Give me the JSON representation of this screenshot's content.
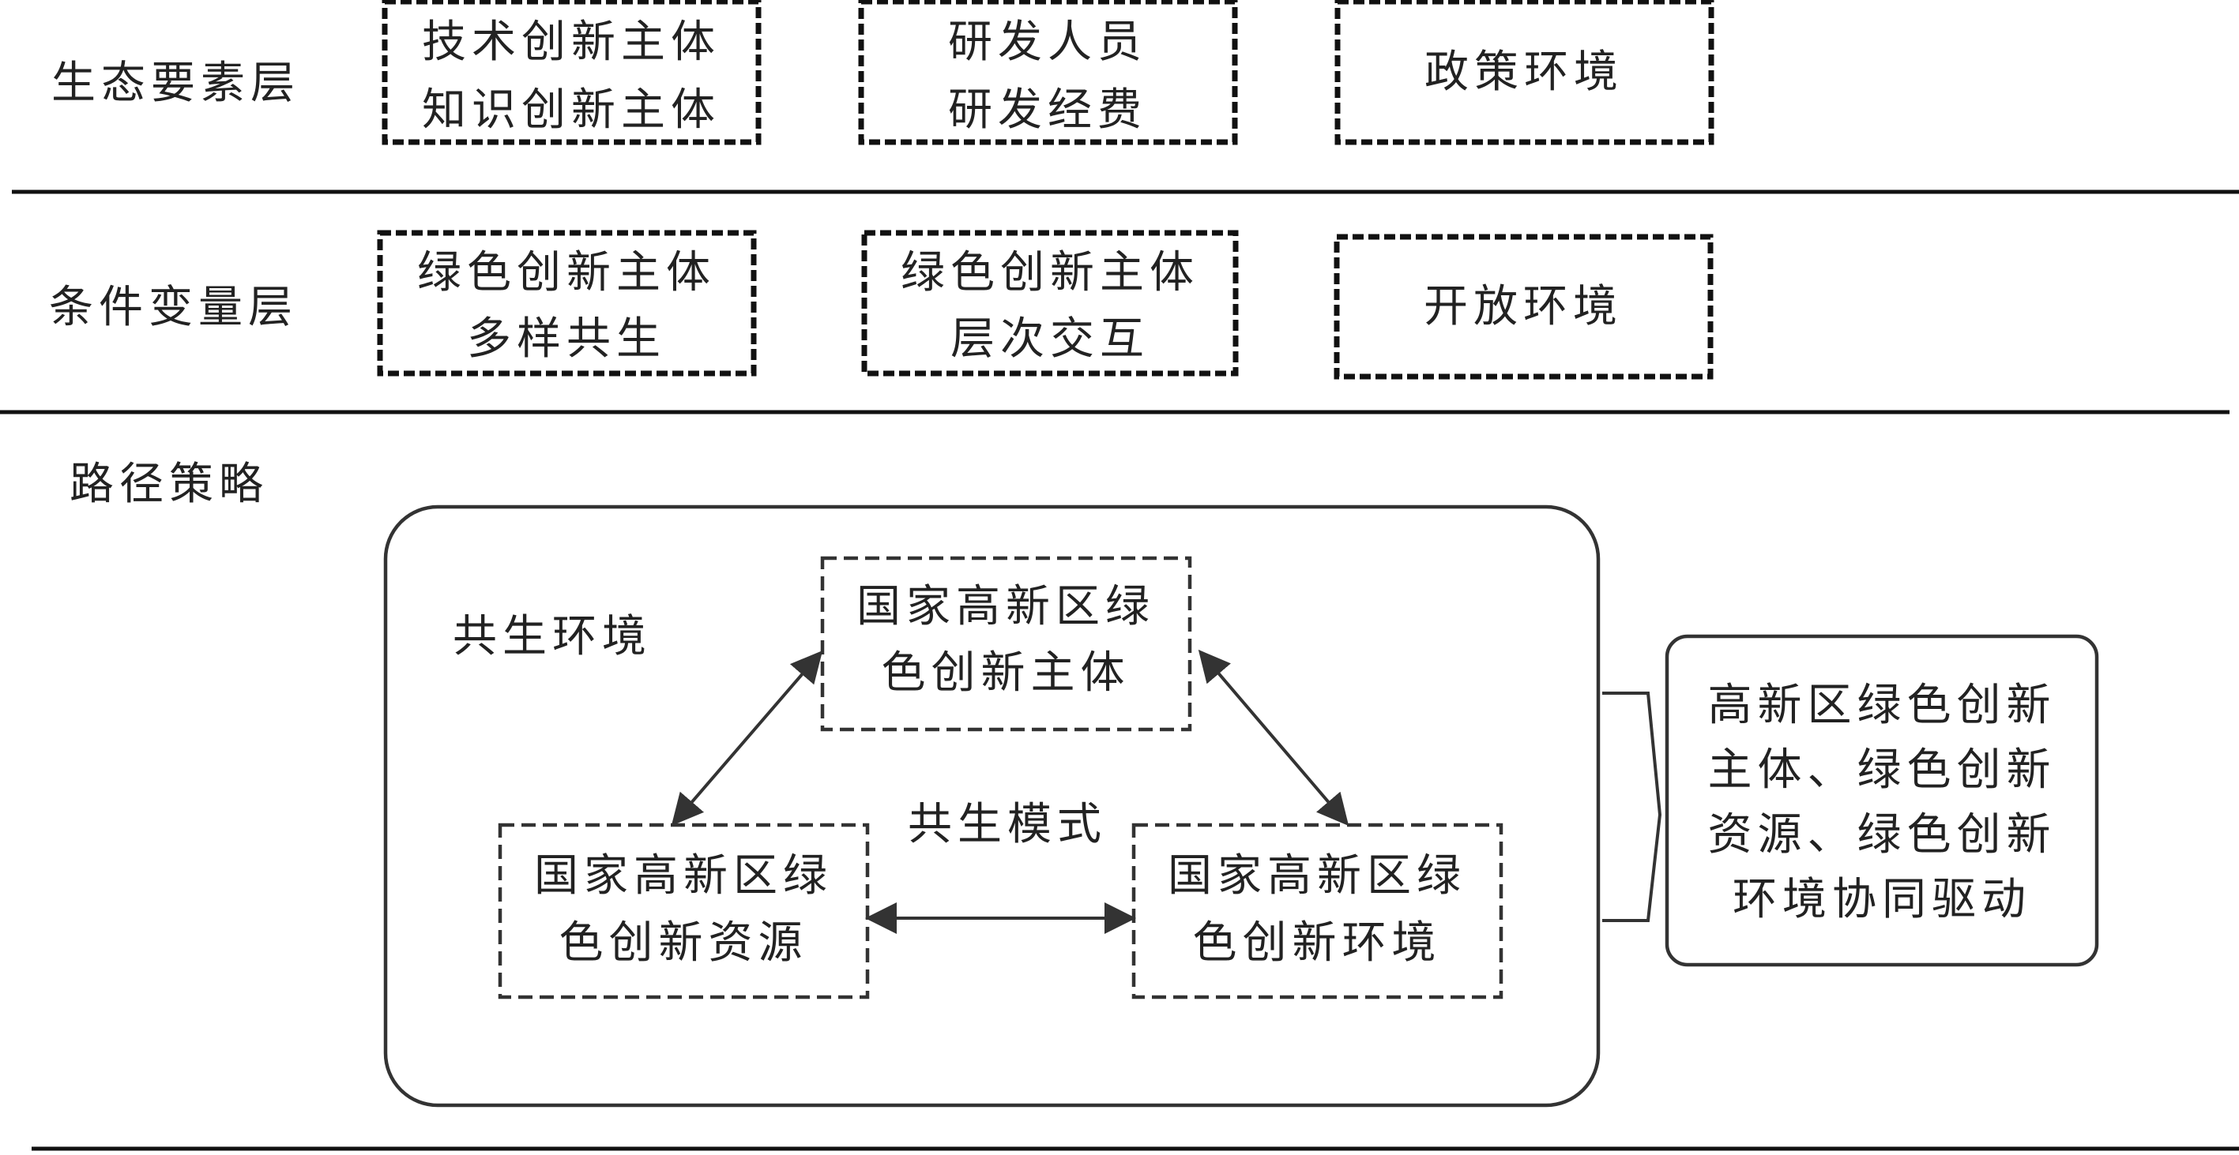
{
  "layers": {
    "ecology": {
      "label": "生态要素层",
      "boxes": [
        {
          "lines": [
            "技术创新主体",
            "知识创新主体"
          ]
        },
        {
          "lines": [
            "研发人员",
            "研发经费"
          ]
        },
        {
          "lines": [
            "政策环境"
          ]
        }
      ]
    },
    "condition": {
      "label": "条件变量层",
      "boxes": [
        {
          "lines": [
            "绿色创新主体",
            "多样共生"
          ]
        },
        {
          "lines": [
            "绿色创新主体",
            "层次交互"
          ]
        },
        {
          "lines": [
            "开放环境"
          ]
        }
      ]
    },
    "path": {
      "label": "路径策略"
    }
  },
  "symbiosis": {
    "environment_label": "共生环境",
    "mode_label": "共生模式",
    "subject": {
      "lines": [
        "国家高新区绿",
        "色创新主体"
      ]
    },
    "resource": {
      "lines": [
        "国家高新区绿",
        "色创新资源"
      ]
    },
    "environment": {
      "lines": [
        "国家高新区绿",
        "色创新环境"
      ]
    }
  },
  "outcome": {
    "lines": [
      "高新区绿色创新",
      "主体、绿色创新",
      "资源、绿色创新",
      "环境协同驱动"
    ]
  },
  "colors": {
    "line": "#111111",
    "text": "#222222",
    "background": "#ffffff"
  }
}
